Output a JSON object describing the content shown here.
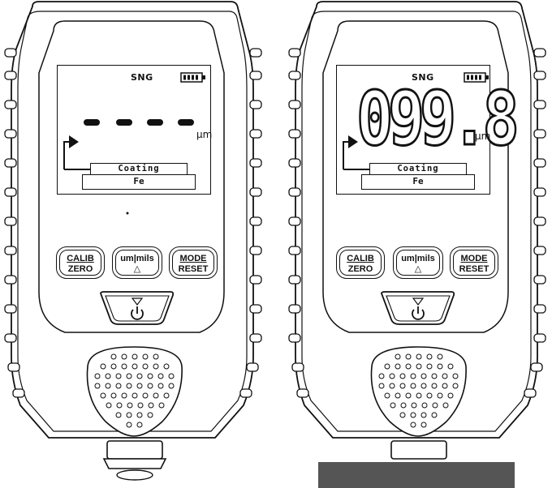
{
  "devices": [
    {
      "mode": "SNG",
      "unit": "µm",
      "coating_label": "Coating",
      "substrate_label": "Fe",
      "reading": "",
      "buttons": {
        "calib": "CALIB",
        "zero": "ZERO",
        "units": "um|mils",
        "units_symbol": "△",
        "mode": "MODE",
        "reset": "RESET"
      }
    },
    {
      "mode": "SNG",
      "unit": "µm",
      "coating_label": "Coating",
      "substrate_label": "Fe",
      "reading": "099.8",
      "buttons": {
        "calib": "CALIB",
        "zero": "ZERO",
        "units": "um|mils",
        "units_symbol": "△",
        "mode": "MODE",
        "reset": "RESET"
      }
    }
  ],
  "icons": [
    "battery-icon",
    "power-icon",
    "down-triangle-icon",
    "arrow-icon"
  ]
}
